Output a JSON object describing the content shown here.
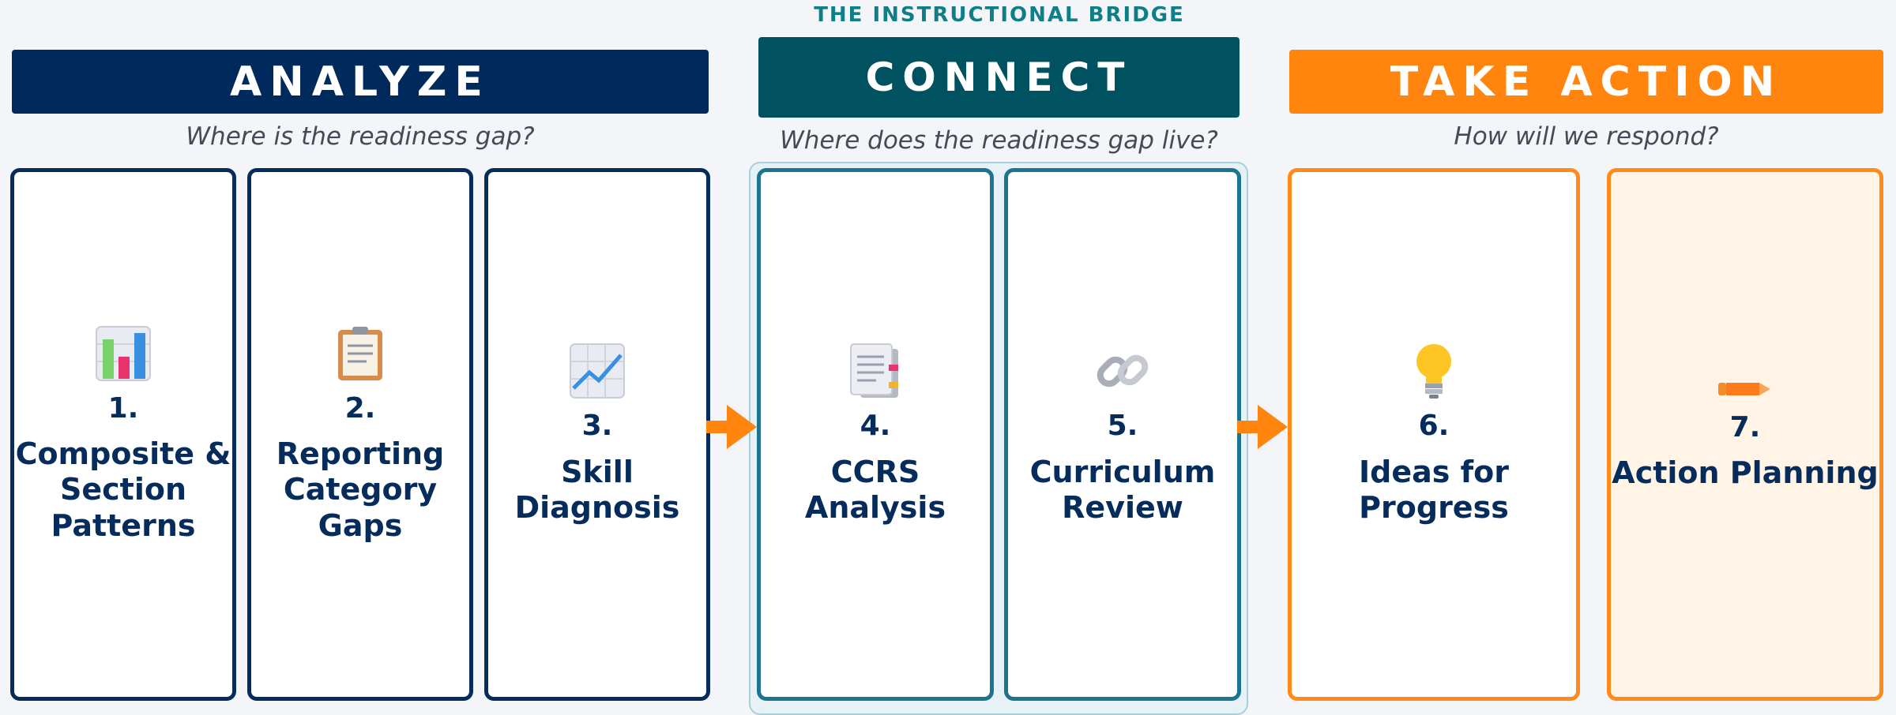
{
  "header": {
    "bridge_label": "THE INSTRUCTIONAL BRIDGE"
  },
  "phases": {
    "analyze": {
      "title": "ANALYZE",
      "question": "Where is the readiness gap?"
    },
    "connect": {
      "title": "CONNECT",
      "question": "Where does the readiness gap live?"
    },
    "take_action": {
      "title": "TAKE ACTION",
      "question": "How will we respond?"
    }
  },
  "steps": [
    {
      "number": "1.",
      "title": "Composite & Section Patterns",
      "icon": "bar-chart-icon"
    },
    {
      "number": "2.",
      "title": "Reporting Category Gaps",
      "icon": "clipboard-icon"
    },
    {
      "number": "3.",
      "title": "Skill Diagnosis",
      "icon": "line-chart-icon"
    },
    {
      "number": "4.",
      "title": "CCRS Analysis",
      "icon": "document-icon"
    },
    {
      "number": "5.",
      "title": "Curriculum Review",
      "icon": "link-icon"
    },
    {
      "number": "6.",
      "title": "Ideas for Progress",
      "icon": "lightbulb-icon"
    },
    {
      "number": "7.",
      "title": "Action Planning",
      "icon": "pencil-icon"
    }
  ],
  "colors": {
    "analyze": "#002a5c",
    "connect": "#005261",
    "take_action": "#ff850f",
    "bridge_label": "#0f7e86",
    "arrow": "#ff850f"
  }
}
